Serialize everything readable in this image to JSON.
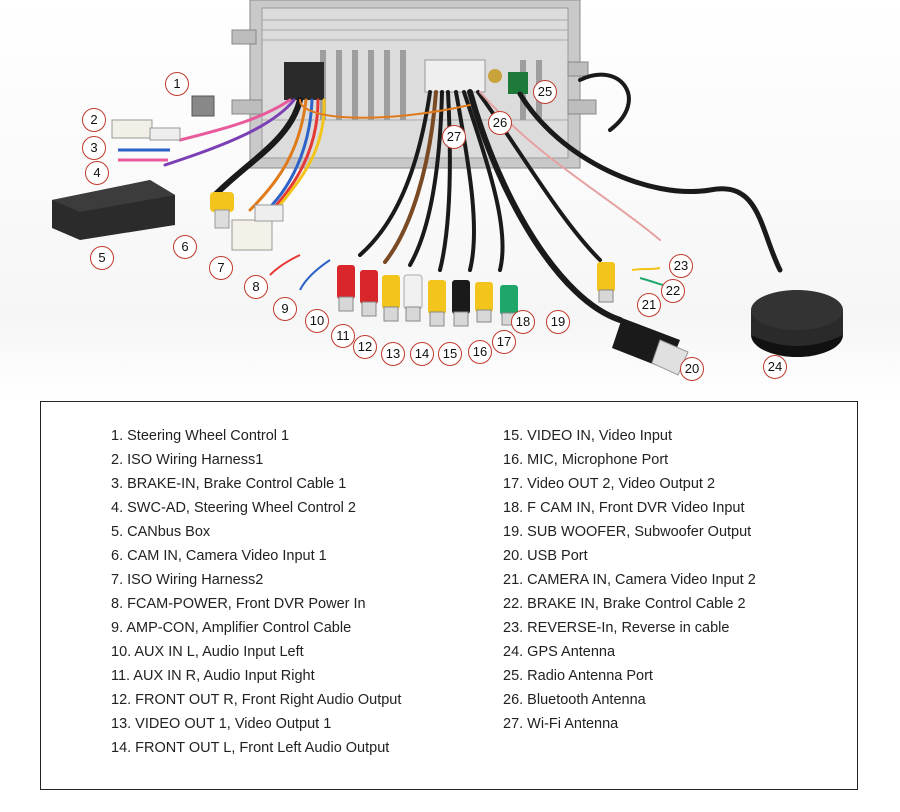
{
  "callouts": [
    "1",
    "2",
    "3",
    "4",
    "5",
    "6",
    "7",
    "8",
    "9",
    "10",
    "11",
    "12",
    "13",
    "14",
    "15",
    "16",
    "17",
    "18",
    "19",
    "20",
    "21",
    "22",
    "23",
    "24",
    "25",
    "26",
    "27"
  ],
  "legend": {
    "left": [
      "1. Steering Wheel Control 1",
      "2. ISO Wiring Harness1",
      "3. BRAKE-IN, Brake Control Cable 1",
      "4. SWC-AD, Steering Wheel Control 2",
      "5. CANbus Box",
      "6. CAM IN, Camera Video Input 1",
      "7. ISO Wiring Harness2",
      "8. FCAM-POWER, Front DVR Power In",
      "9. AMP-CON, Amplifier Control Cable",
      "10. AUX IN L, Audio Input Left",
      "11. AUX IN R, Audio Input Right",
      "12. FRONT OUT R, Front Right Audio Output",
      "13. VIDEO OUT 1, Video Output 1",
      "14. FRONT OUT L, Front Left Audio Output"
    ],
    "right": [
      "15. VIDEO IN, Video Input",
      "16. MIC, Microphone Port",
      "17. Video OUT 2, Video Output 2",
      "18. F CAM IN, Front DVR Video Input",
      "19. SUB WOOFER, Subwoofer Output",
      "20. USB Port",
      "21. CAMERA IN, Camera Video Input 2",
      "22. BRAKE IN, Brake Control Cable 2",
      "23. REVERSE-In, Reverse in cable",
      "24. GPS Antenna",
      "25. Radio Antenna Port",
      "26. Bluetooth Antenna",
      "27. Wi-Fi Antenna"
    ]
  },
  "colors": {
    "callout_border": "#c0392b",
    "rca_red": "#d8262a",
    "rca_yellow": "#f2c41c",
    "rca_white": "#f0f0f0",
    "rca_green": "#1fa76b",
    "cable_black": "#1a1a1a"
  }
}
